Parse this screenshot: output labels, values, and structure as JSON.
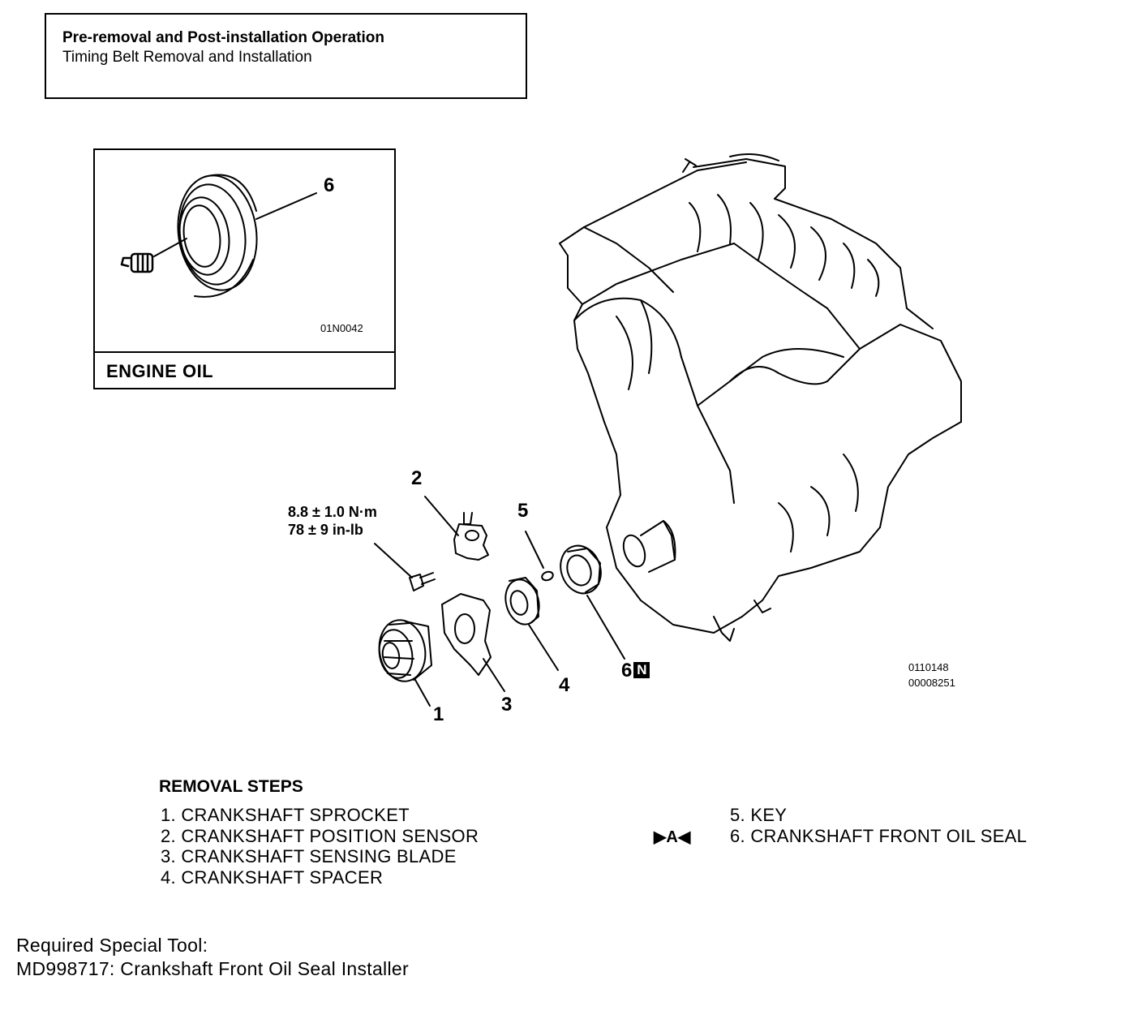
{
  "header": {
    "title": "Pre-removal and Post-installation Operation",
    "subtitle": "Timing Belt Removal and Installation"
  },
  "inset": {
    "callout": "6",
    "figure_code": "01N0042",
    "footer_label": "ENGINE OIL",
    "oil_can_icon": "oil-can-icon"
  },
  "diagram": {
    "callouts": {
      "c1": "1",
      "c2": "2",
      "c3": "3",
      "c4": "4",
      "c5": "5",
      "c6": "6"
    },
    "n_badge": "N",
    "torque_line1": "8.8 ± 1.0 N·m",
    "torque_line2": "78 ± 9 in-lb",
    "figure_code_1": "0110148",
    "figure_code_2": "00008251"
  },
  "removal": {
    "heading": "REMOVAL STEPS",
    "steps_left": [
      "1. CRANKSHAFT SPROCKET",
      "2. CRANKSHAFT POSITION SENSOR",
      "3. CRANKSHAFT SENSING BLADE",
      "4. CRANKSHAFT SPACER"
    ],
    "steps_right": [
      "5. KEY",
      "6. CRANKSHAFT FRONT OIL SEAL"
    ],
    "step6_marker": "▶A◀"
  },
  "tool": {
    "label": "Required Special Tool:",
    "line": "MD998717: Crankshaft Front Oil Seal Installer"
  }
}
